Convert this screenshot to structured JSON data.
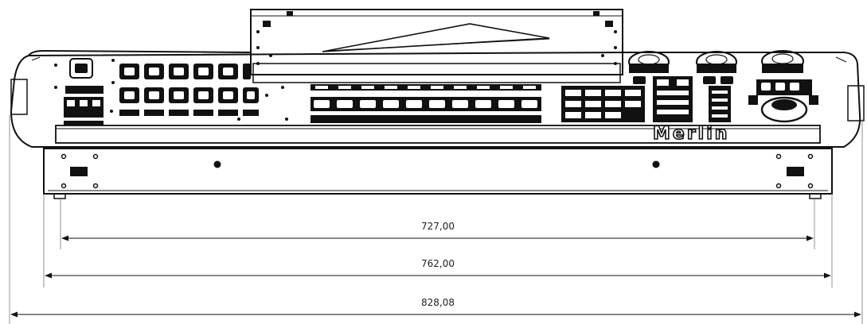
{
  "drawing": {
    "brand_label": "Merlin",
    "dimensions": [
      {
        "label": "727,00",
        "value": 727.0
      },
      {
        "label": "762,00",
        "value": 762.0
      },
      {
        "label": "828,08",
        "value": 828.08
      }
    ]
  }
}
